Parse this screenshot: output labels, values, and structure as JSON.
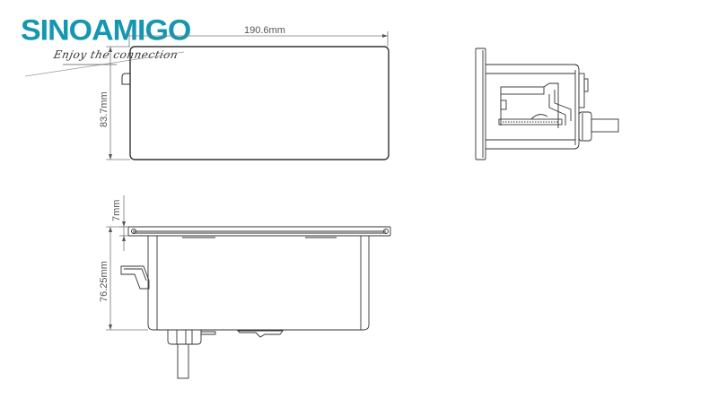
{
  "brand": {
    "name": "SINOAMIGO",
    "tagline": "Enjoy the connection",
    "color": "#1597B0"
  },
  "drawing": {
    "line_color": "#333333",
    "top_view": {
      "width_label": "190.6mm",
      "height_label": "83.7mm"
    },
    "front_view": {
      "flange_label": "7mm",
      "body_height_label": "76.25mm"
    },
    "side_view": {}
  }
}
